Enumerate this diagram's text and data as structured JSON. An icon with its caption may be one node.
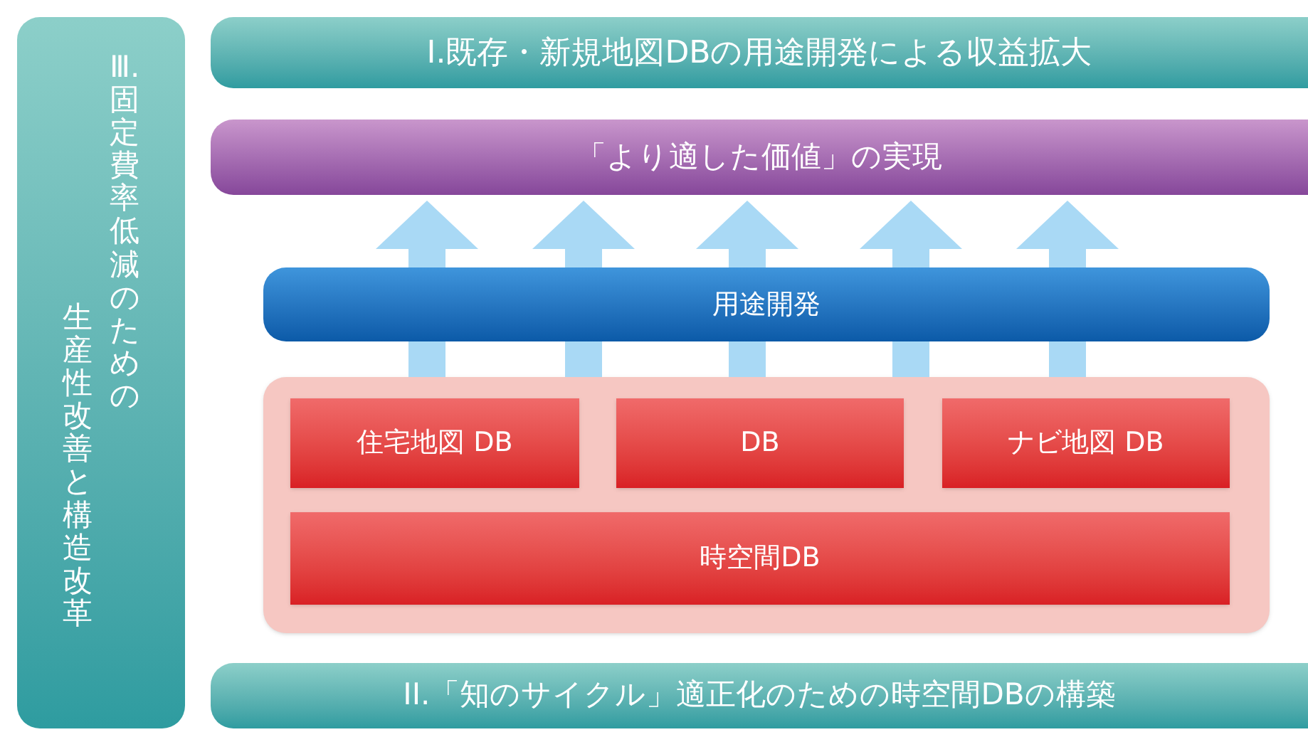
{
  "diagram": {
    "nodes": [
      {
        "text": [
          "Ⅲ.固定費率低減のための",
          "生産性改善と構造改革"
        ]
      },
      {
        "text": [
          "I.既存・新規地図DBの用途開発による収益拡大"
        ]
      },
      {
        "text": [
          "「より適した価値」の実現"
        ]
      },
      {
        "text": [
          "用途開発"
        ]
      },
      {
        "text": [],
        "shape": "box"
      },
      {
        "text": [
          "住宅地図 DB"
        ],
        "in": 4
      },
      {
        "text": [
          "DB"
        ],
        "in": 4
      },
      {
        "text": [
          "ナビ地図 DB"
        ],
        "in": 4
      },
      {
        "text": [
          "時空間DB"
        ],
        "in": 4
      },
      {
        "text": [
          "II.「知のサイクル」適正化のための時空間DBの構築"
        ]
      }
    ],
    "edges": [
      {
        "from": 3,
        "to": 2,
        "arrow": "to"
      },
      {
        "from": 3,
        "to": 2,
        "arrow": "to"
      },
      {
        "from": 3,
        "to": 2,
        "arrow": "to"
      },
      {
        "from": 3,
        "to": 2,
        "arrow": "to"
      },
      {
        "from": 3,
        "to": 2,
        "arrow": "to"
      }
    ]
  }
}
